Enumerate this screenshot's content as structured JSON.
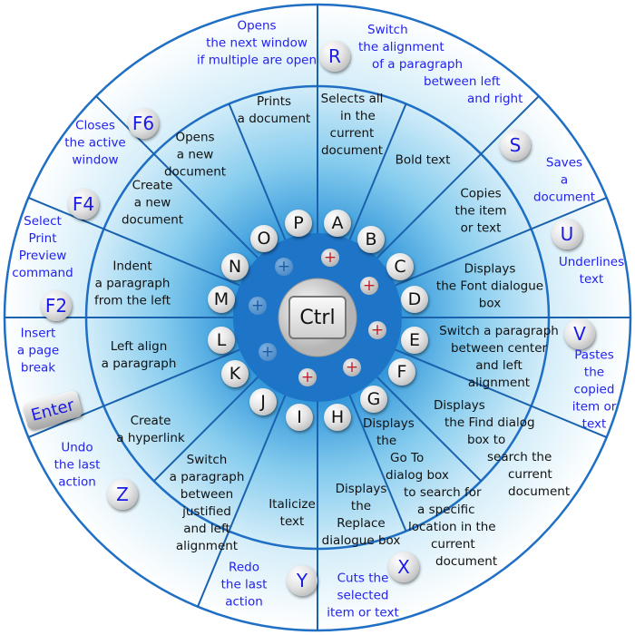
{
  "center_key": "Ctrl",
  "inner_keys": [
    {
      "key": "P",
      "desc": "Prints\na document"
    },
    {
      "key": "A",
      "desc": "Selects all\n   in the\ncurrent\ndocument"
    },
    {
      "key": "B",
      "desc": "Bold text"
    },
    {
      "key": "C",
      "desc": "Copies\nthe item\nor text"
    },
    {
      "key": "D",
      "desc": "Displays\nthe Font dialogue\nbox"
    },
    {
      "key": "E",
      "desc": "Switch a paragraph\nbetween center\nand left\nalignment"
    },
    {
      "key": "F",
      "desc": "Displays\nthe Find dialog\nbox to\nsearch the\ncurrent\ndocument"
    },
    {
      "key": "G",
      "desc": "Displays\nthe\nGo To\ndialog box\nto search for\na specific\nlocation in the\ncurrent\ndocument"
    },
    {
      "key": "H",
      "desc": "Displays\nthe\nReplace\ndialogue box"
    },
    {
      "key": "I",
      "desc": "Italicize\ntext"
    },
    {
      "key": "J",
      "desc": "Switch\na paragraph\nbetween\njustified\nand left\nalignment"
    },
    {
      "key": "K",
      "desc": "Create\na hyperlink"
    },
    {
      "key": "L",
      "desc": "Left align\na paragraph"
    },
    {
      "key": "M",
      "desc": "Indent\na paragraph\nfrom the left"
    },
    {
      "key": "N",
      "desc": "Create\na new\ndocument"
    },
    {
      "key": "O",
      "desc": "Opens\na new\ndocument"
    }
  ],
  "outer_keys": [
    {
      "key": "F6",
      "desc": "Opens\nthe next window\nif multiple are open"
    },
    {
      "key": "R",
      "desc": "Switch\nthe alignment\nof a paragraph\nbetween left\nand right"
    },
    {
      "key": "S",
      "desc": "Saves\na\ndocument"
    },
    {
      "key": "U",
      "desc": "Underlines\ntext"
    },
    {
      "key": "V",
      "desc": "Pastes\nthe\ncopied\nitem or\ntext"
    },
    {
      "key": "X",
      "desc": "Cuts the\nselected\nitem or text"
    },
    {
      "key": "Y",
      "desc": "Redo\nthe last\naction"
    },
    {
      "key": "Z",
      "desc": "Undo\nthe last\naction"
    },
    {
      "key": "Enter",
      "desc": "Insert\na page\nbreak"
    },
    {
      "key": "F2",
      "desc": "Select\nPrint\nPreview\ncommand"
    },
    {
      "key": "F4",
      "desc": "Closes\nthe active\nwindow"
    }
  ],
  "plus_symbol": "+",
  "colors": {
    "ring": "#1f6fc5",
    "inner_dark": "#1e74c6",
    "outer_text": "#2222ee"
  }
}
